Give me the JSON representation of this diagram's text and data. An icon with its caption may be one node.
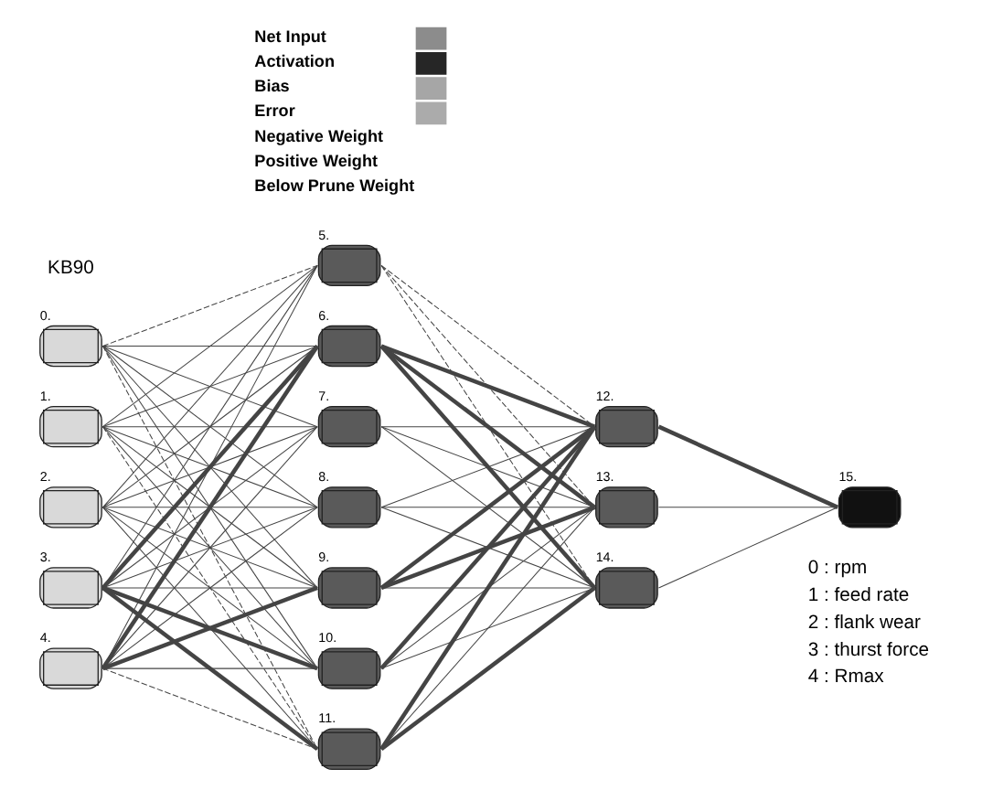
{
  "diagram": {
    "nodes": [
      {
        "text": [],
        "shape": "ellipse",
        "beside": [
          "0."
        ]
      },
      {
        "text": [],
        "shape": "ellipse",
        "beside": [
          "1."
        ]
      },
      {
        "text": [],
        "shape": "ellipse",
        "beside": [
          "2."
        ]
      },
      {
        "text": [],
        "shape": "ellipse",
        "beside": [
          "3."
        ]
      },
      {
        "text": [],
        "shape": "ellipse",
        "beside": [
          "4."
        ]
      },
      {
        "text": [],
        "shape": "ellipse",
        "beside": [
          "5."
        ]
      },
      {
        "text": [],
        "shape": "ellipse",
        "beside": [
          "6."
        ]
      },
      {
        "text": [],
        "shape": "ellipse",
        "beside": [
          "7."
        ]
      },
      {
        "text": [],
        "shape": "ellipse",
        "beside": [
          "8."
        ]
      },
      {
        "text": [],
        "shape": "ellipse",
        "beside": [
          "9."
        ]
      },
      {
        "text": [],
        "shape": "ellipse",
        "beside": [
          "10."
        ]
      },
      {
        "text": [],
        "shape": "ellipse",
        "beside": [
          "11."
        ]
      },
      {
        "text": [],
        "shape": "ellipse",
        "beside": [
          "12."
        ]
      },
      {
        "text": [],
        "shape": "ellipse",
        "beside": [
          "13."
        ]
      },
      {
        "text": [],
        "shape": "ellipse",
        "beside": [
          "14."
        ]
      },
      {
        "text": [],
        "shape": "ellipse",
        "beside": [
          "15."
        ]
      }
    ],
    "edges": [
      {
        "from": 0,
        "to": 5,
        "arrow": "none",
        "style": "dashed"
      },
      {
        "from": 0,
        "to": 6,
        "arrow": "none"
      },
      {
        "from": 0,
        "to": 7,
        "arrow": "none"
      },
      {
        "from": 0,
        "to": 8,
        "arrow": "none"
      },
      {
        "from": 0,
        "to": 9,
        "arrow": "none"
      },
      {
        "from": 0,
        "to": 10,
        "arrow": "none"
      },
      {
        "from": 0,
        "to": 11,
        "arrow": "none",
        "style": "dashed"
      },
      {
        "from": 1,
        "to": 5,
        "arrow": "none"
      },
      {
        "from": 1,
        "to": 6,
        "arrow": "none"
      },
      {
        "from": 1,
        "to": 7,
        "arrow": "none"
      },
      {
        "from": 1,
        "to": 8,
        "arrow": "none"
      },
      {
        "from": 1,
        "to": 9,
        "arrow": "none"
      },
      {
        "from": 1,
        "to": 10,
        "arrow": "none"
      },
      {
        "from": 1,
        "to": 11,
        "arrow": "none",
        "style": "dashed"
      },
      {
        "from": 2,
        "to": 5,
        "arrow": "none"
      },
      {
        "from": 2,
        "to": 6,
        "arrow": "none"
      },
      {
        "from": 2,
        "to": 7,
        "arrow": "none"
      },
      {
        "from": 2,
        "to": 8,
        "arrow": "none"
      },
      {
        "from": 2,
        "to": 9,
        "arrow": "none"
      },
      {
        "from": 2,
        "to": 10,
        "arrow": "none"
      },
      {
        "from": 2,
        "to": 11,
        "arrow": "none"
      },
      {
        "from": 3,
        "to": 5,
        "arrow": "none"
      },
      {
        "from": 3,
        "to": 6,
        "arrow": "none",
        "style": "thick"
      },
      {
        "from": 3,
        "to": 7,
        "arrow": "none"
      },
      {
        "from": 3,
        "to": 8,
        "arrow": "none"
      },
      {
        "from": 3,
        "to": 9,
        "arrow": "none"
      },
      {
        "from": 3,
        "to": 10,
        "arrow": "none",
        "style": "thick"
      },
      {
        "from": 3,
        "to": 11,
        "arrow": "none",
        "style": "thick"
      },
      {
        "from": 4,
        "to": 5,
        "arrow": "none"
      },
      {
        "from": 4,
        "to": 6,
        "arrow": "none",
        "style": "thick"
      },
      {
        "from": 4,
        "to": 7,
        "arrow": "none"
      },
      {
        "from": 4,
        "to": 8,
        "arrow": "none"
      },
      {
        "from": 4,
        "to": 9,
        "arrow": "none",
        "style": "thick"
      },
      {
        "from": 4,
        "to": 10,
        "arrow": "none"
      },
      {
        "from": 4,
        "to": 11,
        "arrow": "none",
        "style": "dashed"
      },
      {
        "from": 5,
        "to": 12,
        "arrow": "none",
        "style": "dashed"
      },
      {
        "from": 5,
        "to": 13,
        "arrow": "none",
        "style": "dashed"
      },
      {
        "from": 5,
        "to": 14,
        "arrow": "none",
        "style": "dashed"
      },
      {
        "from": 6,
        "to": 12,
        "arrow": "none",
        "style": "thick"
      },
      {
        "from": 6,
        "to": 13,
        "arrow": "none",
        "style": "thick"
      },
      {
        "from": 6,
        "to": 14,
        "arrow": "none",
        "style": "thick"
      },
      {
        "from": 7,
        "to": 12,
        "arrow": "none"
      },
      {
        "from": 7,
        "to": 13,
        "arrow": "none"
      },
      {
        "from": 7,
        "to": 14,
        "arrow": "none"
      },
      {
        "from": 8,
        "to": 12,
        "arrow": "none"
      },
      {
        "from": 8,
        "to": 13,
        "arrow": "none"
      },
      {
        "from": 8,
        "to": 14,
        "arrow": "none"
      },
      {
        "from": 9,
        "to": 12,
        "arrow": "none",
        "style": "thick"
      },
      {
        "from": 9,
        "to": 13,
        "arrow": "none",
        "style": "thick"
      },
      {
        "from": 9,
        "to": 14,
        "arrow": "none"
      },
      {
        "from": 10,
        "to": 12,
        "arrow": "none",
        "style": "thick"
      },
      {
        "from": 10,
        "to": 13,
        "arrow": "none"
      },
      {
        "from": 10,
        "to": 14,
        "arrow": "none"
      },
      {
        "from": 11,
        "to": 12,
        "arrow": "none",
        "style": "thick"
      },
      {
        "from": 11,
        "to": 13,
        "arrow": "none"
      },
      {
        "from": 11,
        "to": 14,
        "arrow": "none",
        "style": "thick"
      },
      {
        "from": 12,
        "to": 15,
        "arrow": "none",
        "style": "thick"
      },
      {
        "from": 13,
        "to": 15,
        "arrow": "none"
      },
      {
        "from": 14,
        "to": 15,
        "arrow": "none"
      }
    ],
    "labels": [
      "KB90",
      "0 : rpm",
      "1 : feed rate",
      "2 : flank wear",
      "3 : thurst force",
      "4 : Rmax"
    ],
    "legend": [
      {
        "text": "Net Input",
        "color": "#8c8c8c"
      },
      {
        "text": "Activation",
        "color": "#262626"
      },
      {
        "text": "Bias",
        "color": "#a6a6a6"
      },
      {
        "text": "Error",
        "color": "#ababab"
      },
      {
        "text": "Negative Weight"
      },
      {
        "text": "Positive Weight"
      },
      {
        "text": "Below Prune Weight"
      }
    ]
  }
}
